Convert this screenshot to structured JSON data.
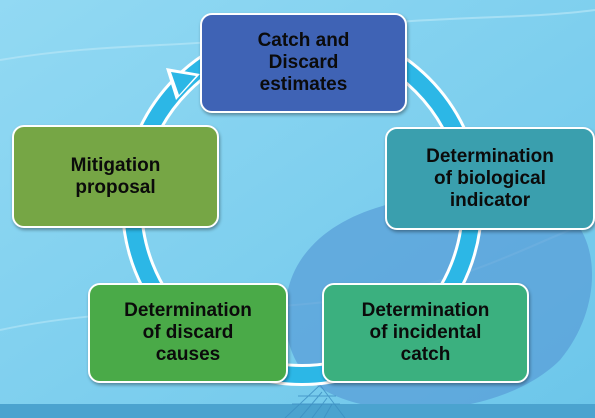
{
  "diagram": {
    "type": "cycle",
    "nodes": [
      {
        "id": "catch",
        "label": "Catch and\nDiscard\nestimates",
        "color": "#3f63b5"
      },
      {
        "id": "bio",
        "label": "Determination\nof biological\nindicator",
        "color": "#3a9fae"
      },
      {
        "id": "incidental",
        "label": "Determination\nof incidental\ncatch",
        "color": "#3bb07f"
      },
      {
        "id": "causes",
        "label": "Determination\nof discard\ncauses",
        "color": "#4aaa48"
      },
      {
        "id": "mitigation",
        "label": "Mitigation\nproposal",
        "color": "#76a645"
      }
    ],
    "flow_order": [
      "catch",
      "bio",
      "incidental",
      "causes",
      "mitigation",
      "catch"
    ]
  },
  "colors": {
    "background": "#7fd0ee",
    "ring": "#2cb7e6",
    "node_border": "#ffffff"
  }
}
